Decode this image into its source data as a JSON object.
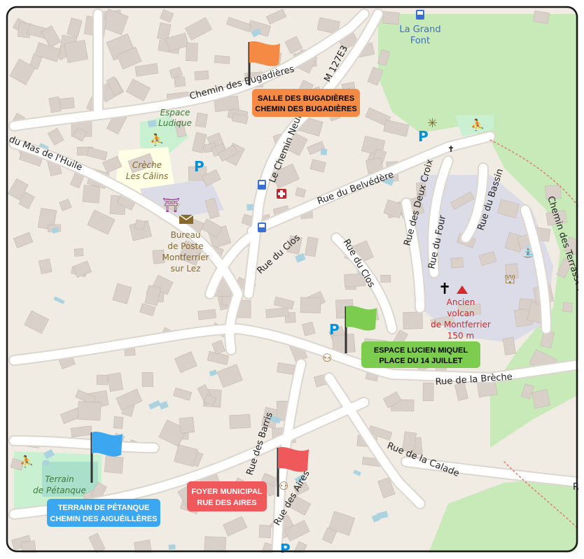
{
  "colors": {
    "land": "#f0ebe3",
    "building": "#d9d0c9",
    "building_edge": "#c4b9ae",
    "road": "#ffffff",
    "road_casing": "#ddd6ce",
    "forest": "#c8eab9",
    "park": "#c9f0d0",
    "pitch": "#aae0cb",
    "water": "#aad3df",
    "school_zone": "#ffffe5",
    "church_zone": "#dcdce8",
    "orange": "#f58a45",
    "green": "#7ccd4f",
    "blue": "#3ba7f0",
    "red": "#f0595c",
    "parking_blue": "#0092da",
    "bus_blue": "#3b6fd1"
  },
  "roads": {
    "bugadieres": "Chemin des Bugadières",
    "m127e3": "M 127E3",
    "chemin_neuf": "Le Chemin Neuf",
    "mas_huile": "du Mas de l'Huile",
    "belvedere": "Rue du Belvédère",
    "deux_croix": "Rue des Deux Croix",
    "four": "Rue du Four",
    "bassin": "Rue du Bassin",
    "terrasses": "Chemin des Terrasses",
    "clos_1": "Rue du Clos",
    "clos_2": "Rue du Clos",
    "breche": "Rue de la Brèche",
    "barris": "Rue des Barris",
    "aires": "Rue des Aires",
    "calade": "Rue de la Calade",
    "r_edge": "R"
  },
  "pois": {
    "la_grand_font": [
      "La Grand",
      "Font"
    ],
    "espace_ludique": [
      "Espace",
      "Ludique"
    ],
    "creche": [
      "Crèche",
      "Les Câlins"
    ],
    "bureau_poste": [
      "Bureau",
      "de Poste",
      "Montferrier",
      "sur Lez"
    ],
    "volcano": [
      "Ancien",
      "volcan",
      "de Montferrier",
      "150 m"
    ],
    "terrain_petanque": [
      "Terrain",
      "de Pétanque"
    ]
  },
  "icons": {
    "parking": "P"
  },
  "callouts": {
    "orange": [
      "SALLE DES BUGADIÈRES",
      "CHEMIN DES BUGADIÈRES"
    ],
    "green": [
      "ESPACE LUCIEN MIQUEL",
      "PLACE DU 14 JUILLET"
    ],
    "red": [
      "FOYER MUNICIPAL",
      "RUE DES AIRES"
    ],
    "blue": [
      "TERRAIN DE PÉTANQUE",
      "CHEMIN DES AIGUÉILLÈRES"
    ]
  }
}
